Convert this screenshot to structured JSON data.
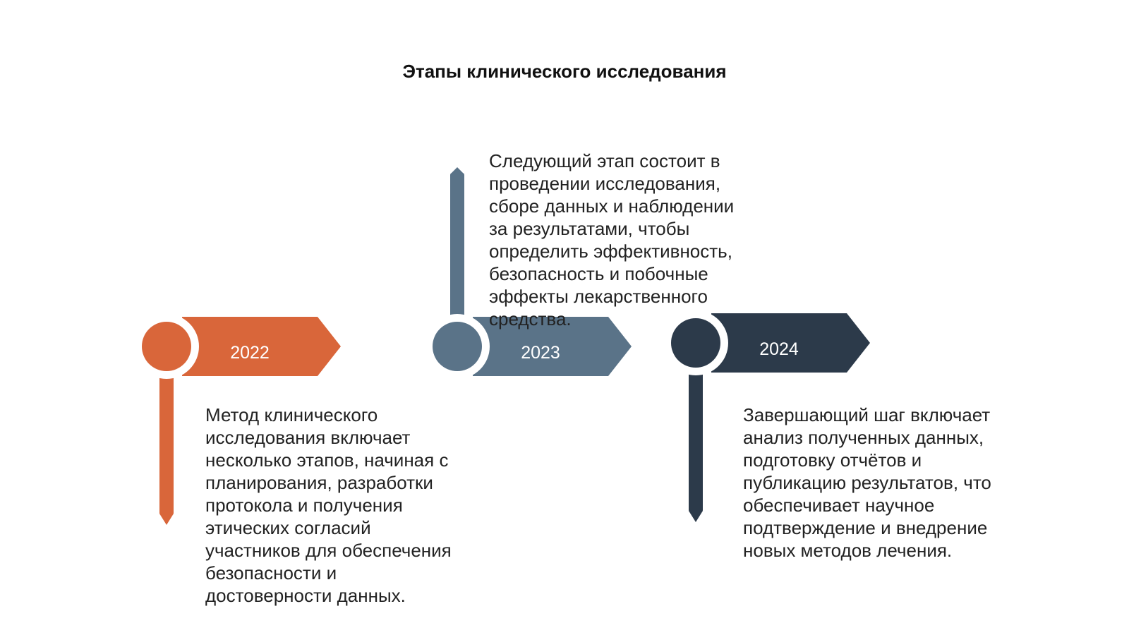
{
  "title": "Этапы клинического исследования",
  "colors": {
    "stage1": "#D9663A",
    "stage2": "#5A7388",
    "stage3": "#2C3A4A"
  },
  "stages": [
    {
      "year": "2022",
      "text": "Метод клинического исследования включает несколько этапов, начиная с планирования, разработки протокола и получения этических согласий участников для обеспечения безопасности и достоверности данных."
    },
    {
      "year": "2023",
      "text": "Следующий этап состоит в проведении исследования, сборе данных и наблюдении за результатами, чтобы определить эффективность, безопасность и побочные эффекты лекарственного средства."
    },
    {
      "year": "2024",
      "text": "Завершающий шаг включает анализ полученных данных, подготовку отчётов и публикацию результатов, что обеспечивает научное подтверждение и внедрение новых методов лечения."
    }
  ]
}
